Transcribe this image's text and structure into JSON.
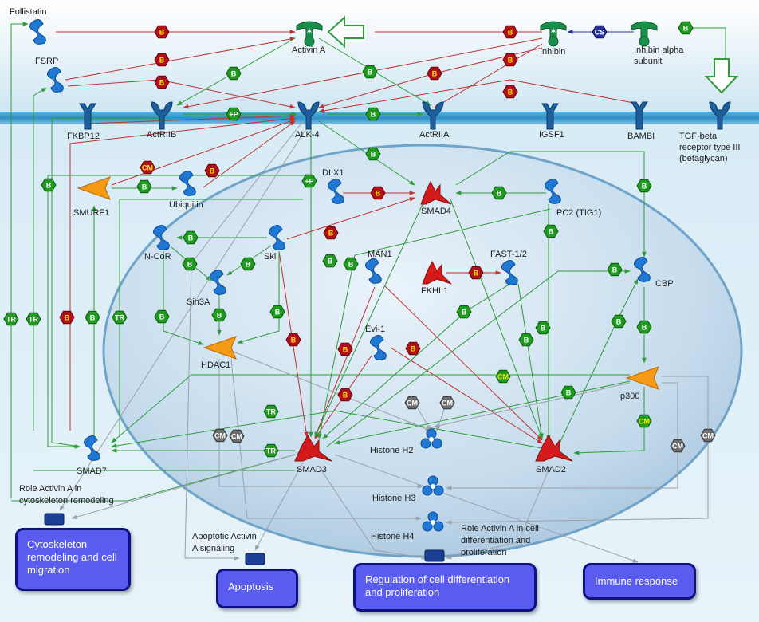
{
  "nodes": {
    "follistatin": "Follistatin",
    "fsrp": "FSRP",
    "activin_a": "Activin A",
    "inhibin": "Inhibin",
    "inhibin_alpha": "Inhibin alpha subunit",
    "fkbp12": "FKBP12",
    "actriib": "ActRIIB",
    "alk4": "ALK-4",
    "actriia": "ActRIIA",
    "igsf1": "IGSF1",
    "bambi": "BAMBI",
    "tgfb_r3": "TGF-beta receptor type III (betaglycan)",
    "smurf1": "SMURF1",
    "ubiquitin": "Ubiquitin",
    "dlx1": "DLX1",
    "smad4": "SMAD4",
    "pc2": "PC2 (TIG1)",
    "ncor": "N-CoR",
    "ski": "Ski",
    "man1": "MAN1",
    "fast12": "FAST-1/2",
    "fkhl1": "FKHL1",
    "cbp": "CBP",
    "sin3a": "Sin3A",
    "hdac1": "HDAC1",
    "evi1": "Evi-1",
    "p300": "p300",
    "smad7": "SMAD7",
    "smad3": "SMAD3",
    "smad2": "SMAD2",
    "histone_h2": "Histone H2",
    "histone_h3": "Histone H3",
    "histone_h4": "Histone H4"
  },
  "processes": {
    "cytoskeleton": "Role Activin A in cytoskeleton remodeling",
    "apoptotic": "Apoptotic Activin A signaling",
    "differentiation": "Role Activin A in cell differentiation and proliferation"
  },
  "outcomes": {
    "cytoskeleton": "Cytoskeleton remodeling and cell migration",
    "apoptosis": "Apoptosis",
    "regulation": "Regulation of cell differentiation and proliferation",
    "immune": "Immune response"
  },
  "badges": {
    "binding": "B",
    "phosphorylation": "+P",
    "transcription": "TR",
    "covalent_mod": "CM",
    "cleavage": "CS"
  },
  "colors": {
    "activation": "#2e9a3a",
    "inhibition": "#c03030",
    "unspecified": "#9aa0a8",
    "cleavage": "#22329a",
    "outcome_fill": "#5a5cf0",
    "outcome_border": "#0e1180",
    "protein": "#1f78d4",
    "transcription_factor": "#d41a1a",
    "enzyme": "#f59a14",
    "ligand": "#1a8f4a",
    "receptor": "#1d5f9c"
  }
}
